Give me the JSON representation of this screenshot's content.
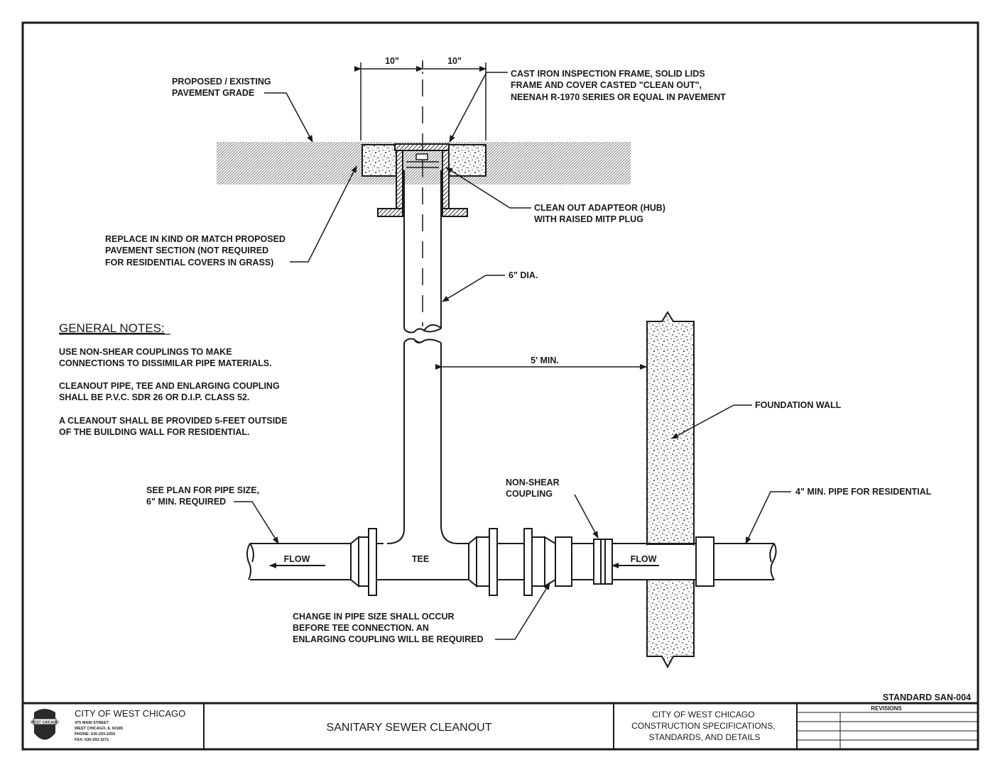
{
  "dimensions": {
    "left_width": "10\"",
    "right_width": "10\"",
    "min_clearance": "5' MIN."
  },
  "callouts": {
    "pavement_grade": [
      "PROPOSED / EXISTING",
      "PAVEMENT GRADE"
    ],
    "frame": [
      "CAST IRON INSPECTION FRAME, SOLID LIDS",
      "FRAME AND COVER CASTED \"CLEAN OUT\",",
      "NEENAH R-1970 SERIES OR EQUAL IN PAVEMENT"
    ],
    "adapter": [
      "CLEAN OUT ADAPTEOR (HUB)",
      "WITH RAISED MITP PLUG"
    ],
    "replace": [
      "REPLACE IN KIND OR MATCH PROPOSED",
      "PAVEMENT SECTION (NOT REQUIRED",
      "FOR RESIDENTIAL COVERS IN GRASS)"
    ],
    "pipe_dia": "6\" DIA.",
    "foundation": "FOUNDATION WALL",
    "pipe_size": [
      "SEE PLAN FOR PIPE SIZE,",
      "6\" MIN. REQUIRED"
    ],
    "coupling": [
      "NON-SHEAR",
      "COUPLING"
    ],
    "residential_pipe": "4\" MIN. PIPE FOR RESIDENTIAL",
    "change_size": [
      "CHANGE IN PIPE SIZE SHALL OCCUR",
      "BEFORE TEE CONNECTION. AN",
      "ENLARGING COUPLING WILL BE REQUIRED"
    ],
    "flow_left": "FLOW",
    "flow_right": "FLOW",
    "tee": "TEE"
  },
  "general_notes": {
    "heading": "GENERAL NOTES:",
    "lines": [
      "USE NON-SHEAR COUPLINGS TO MAKE",
      "CONNECTIONS TO DISSIMILAR PIPE MATERIALS.",
      "CLEANOUT PIPE, TEE AND ENLARGING COUPLING",
      "SHALL BE P.V.C. SDR 26 OR D.I.P. CLASS 52.",
      "A CLEANOUT SHALL BE PROVIDED 5-FEET OUTSIDE",
      "OF THE BUILDING WALL FOR RESIDENTIAL."
    ]
  },
  "title_block": {
    "standard": "STANDARD SAN-004",
    "city": "CITY OF WEST CHICAGO",
    "address": [
      "475 MAIN STREET",
      "WEST CHICAGO, IL 60185",
      "PHONE: 630-293-2255",
      "FAX: 630-293-3271"
    ],
    "logo_text": "WEST CHICAGO",
    "title": "SANITARY SEWER CLEANOUT",
    "spec": [
      "CITY OF WEST CHICAGO",
      "CONSTRUCTION SPECIFICATIONS,",
      "STANDARDS, AND DETAILS"
    ],
    "revisions": "REVISIONS"
  }
}
